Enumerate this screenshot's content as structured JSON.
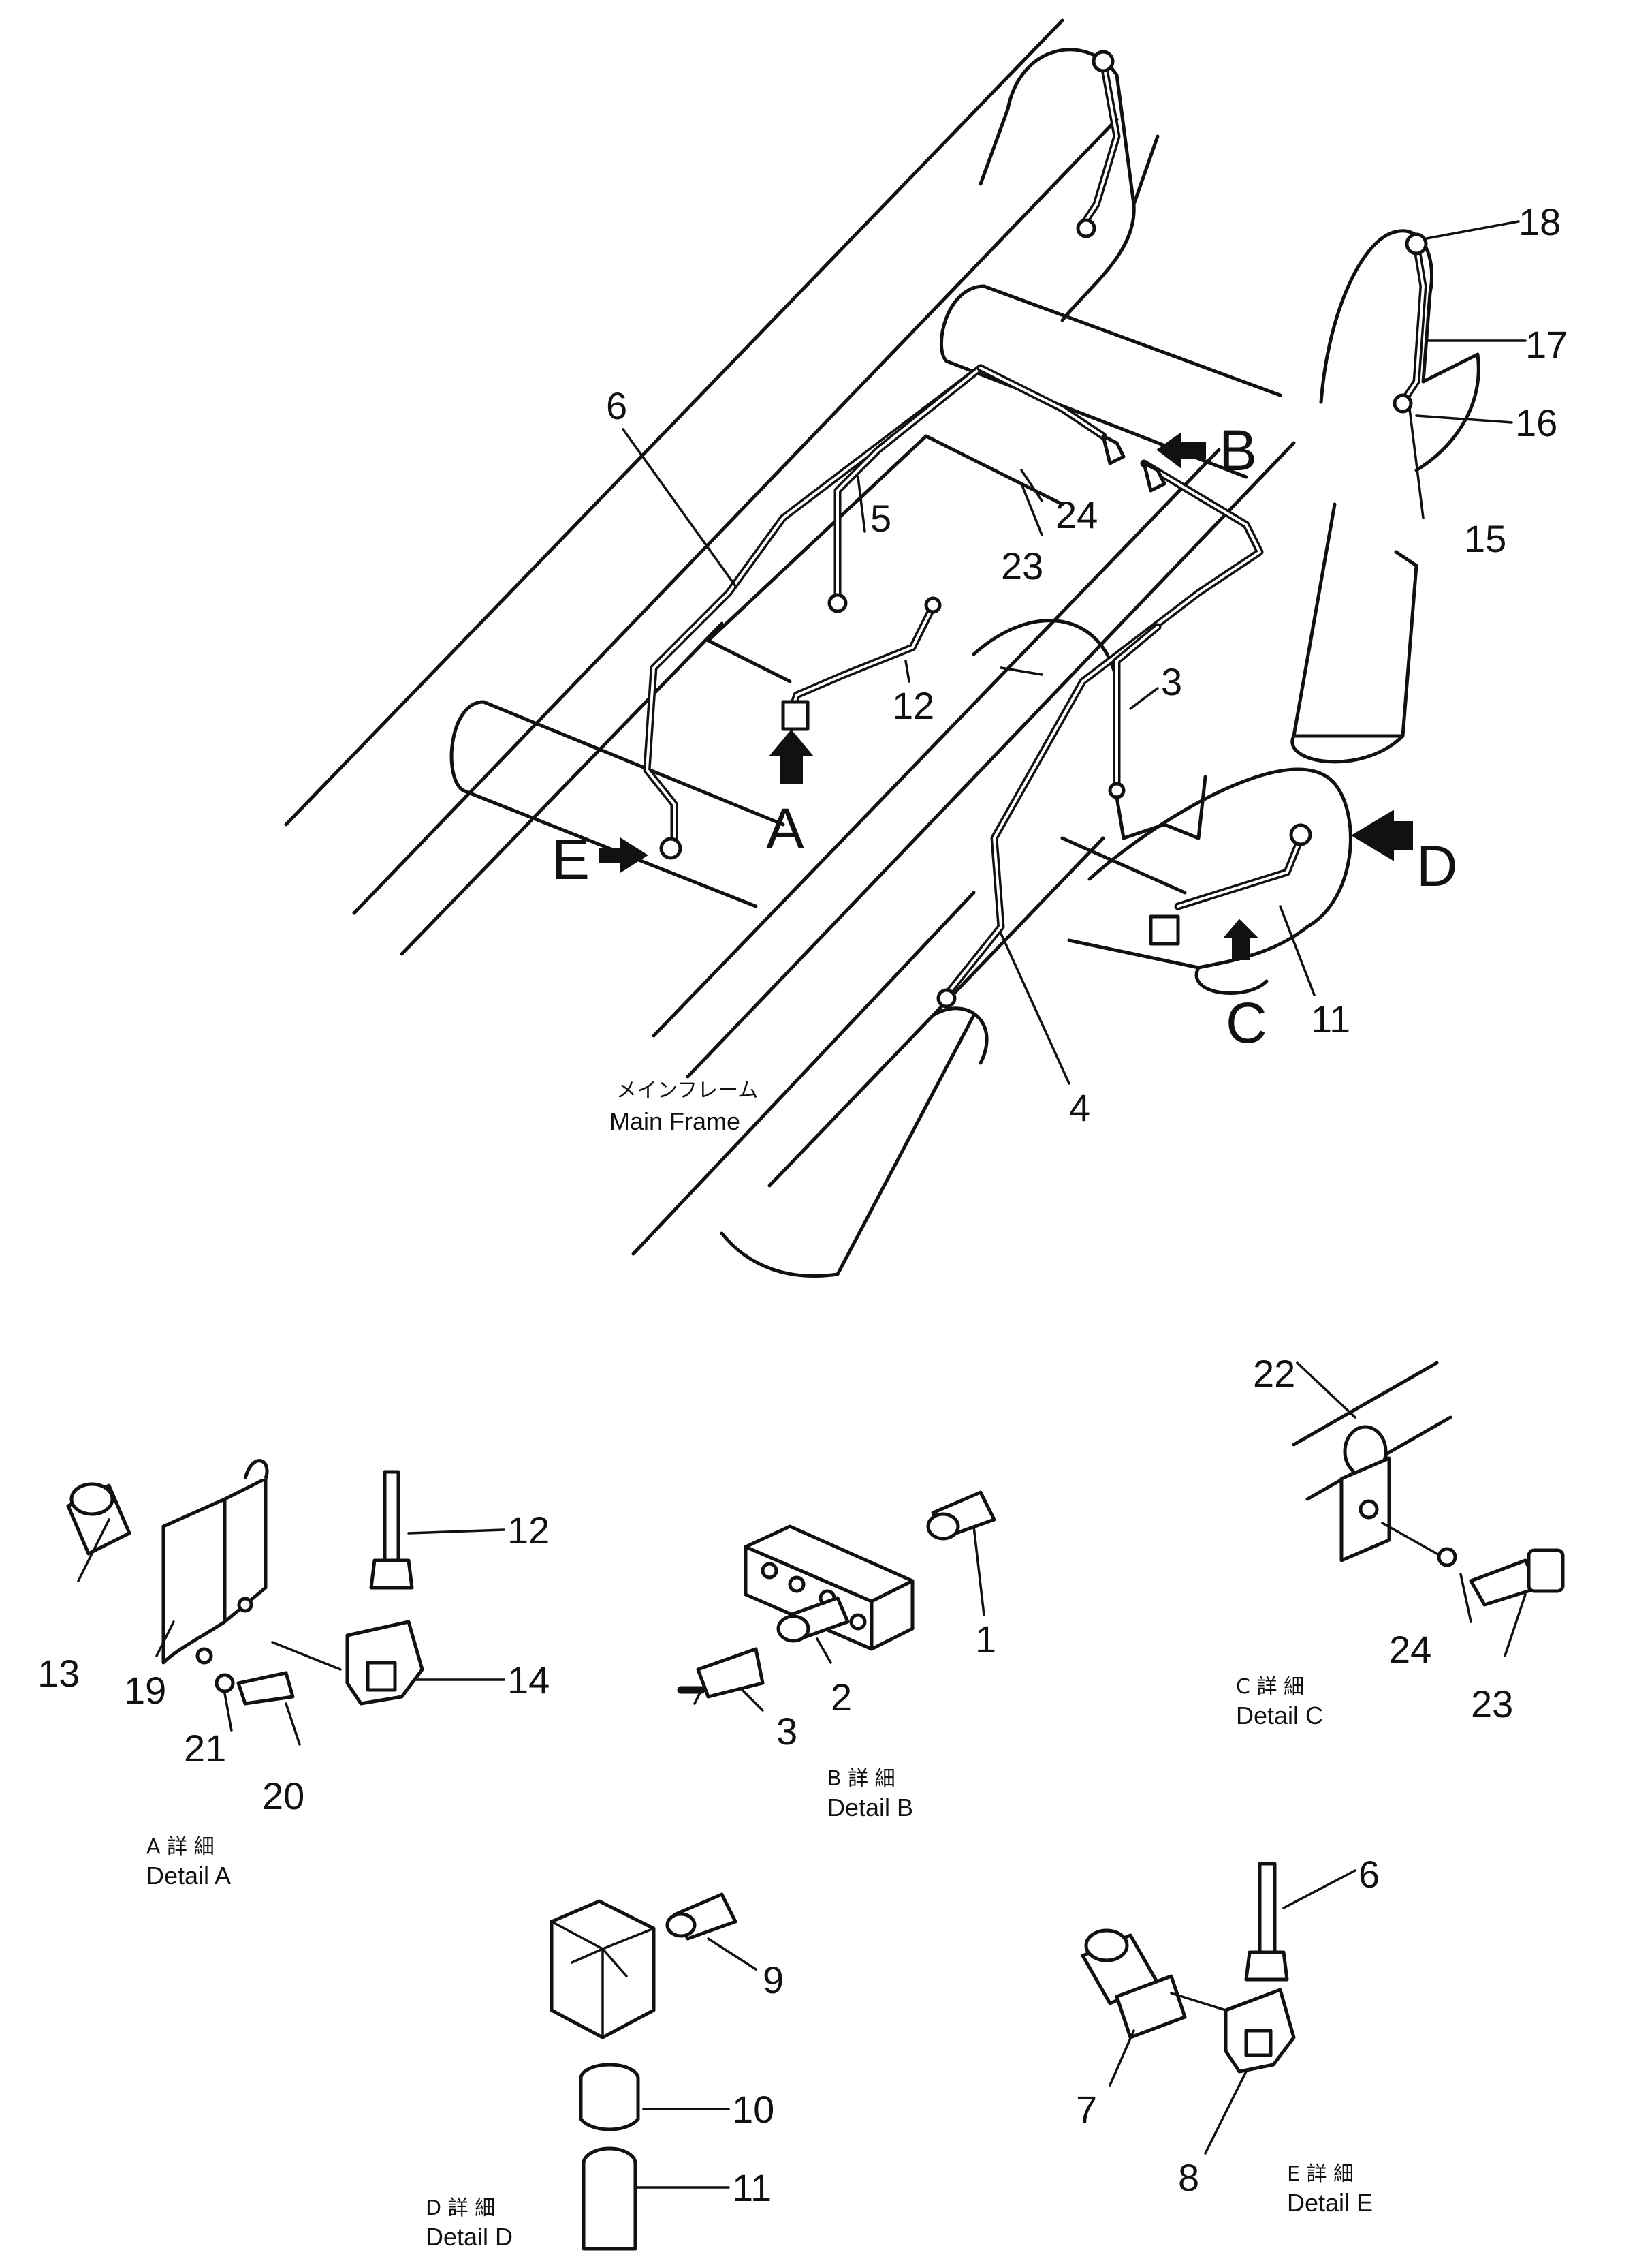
{
  "callouts": {
    "n1": "1",
    "n2": "2",
    "n3a": "3",
    "n3b": "3",
    "n4": "4",
    "n5": "5",
    "n6a": "6",
    "n6b": "6",
    "n7": "7",
    "n8": "8",
    "n9": "9",
    "n10": "10",
    "n11a": "11",
    "n11b": "11",
    "n12a": "12",
    "n12b": "12",
    "n13": "13",
    "n14": "14",
    "n15": "15",
    "n16": "16",
    "n17": "17",
    "n18": "18",
    "n19": "19",
    "n20": "20",
    "n21": "21",
    "n22": "22",
    "n23a": "23",
    "n23b": "23",
    "n24a": "24",
    "n24b": "24"
  },
  "view_letters": {
    "a": "A",
    "b": "B",
    "c": "C",
    "d": "D",
    "e": "E"
  },
  "frame_label": {
    "ja": "メインフレーム",
    "en": "Main Frame"
  },
  "details": {
    "a": {
      "ja": "A 詳 細",
      "en": "Detail A"
    },
    "b": {
      "ja": "B 詳 細",
      "en": "Detail B"
    },
    "c": {
      "ja": "C 詳 細",
      "en": "Detail C"
    },
    "d": {
      "ja": "D 詳 細",
      "en": "Detail D"
    },
    "e": {
      "ja": "E 詳 細",
      "en": "Detail E"
    }
  }
}
